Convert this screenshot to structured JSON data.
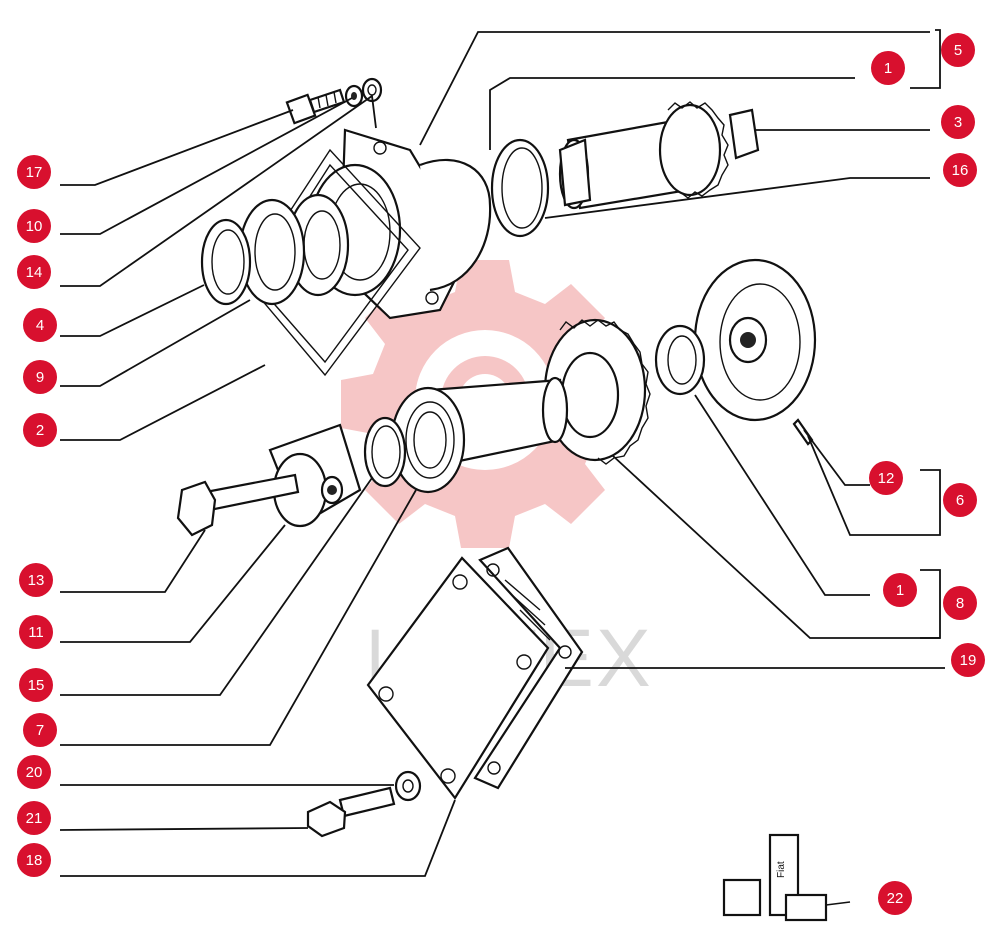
{
  "watermark": {
    "text": "ИНТЕХ",
    "color": "#f2b3b3"
  },
  "accent_color": "#d8102e",
  "callouts": [
    "5",
    "1",
    "3",
    "16",
    "17",
    "10",
    "14",
    "4",
    "9",
    "2",
    "12",
    "6",
    "13",
    "11",
    "15",
    "7",
    "1",
    "8",
    "19",
    "20",
    "21",
    "18",
    "22"
  ],
  "sealant_label": "Fiat"
}
